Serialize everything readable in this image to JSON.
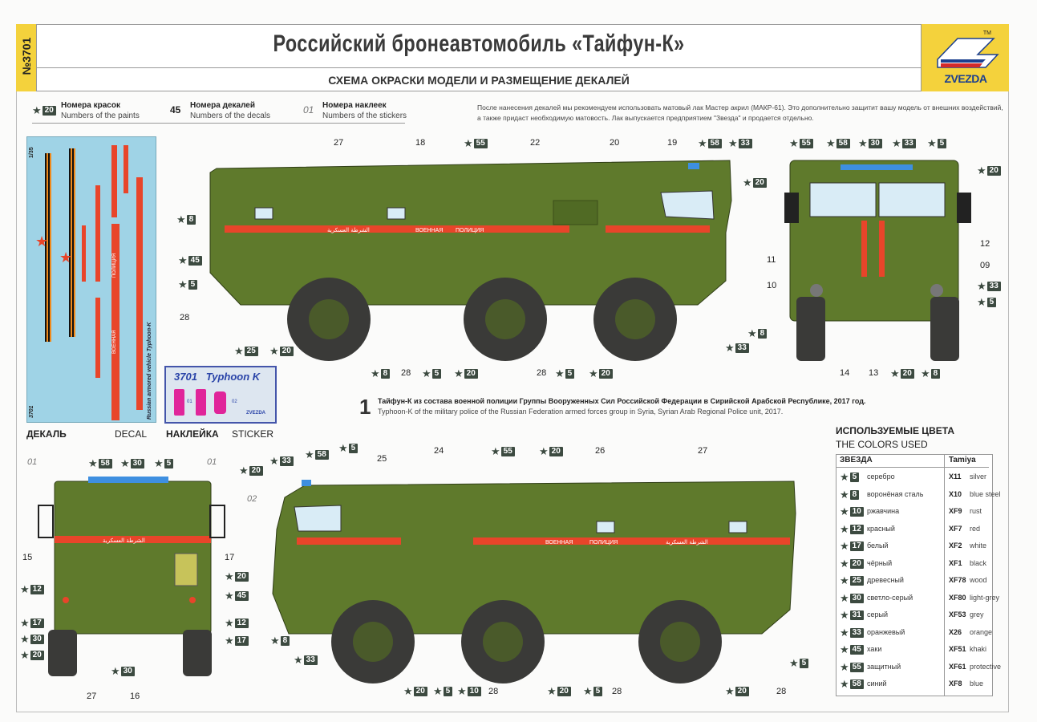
{
  "header": {
    "catalog_number": "№3701",
    "title": "Российский бронеавтомобиль «Тайфун-К»",
    "subtitle": "СХЕМА ОКРАСКИ МОДЕЛИ И РАЗМЕЩЕНИЕ ДЕКАЛЕЙ",
    "brand": "ZVEZDA",
    "tm": "TM"
  },
  "legend": [
    {
      "sample": "20",
      "ru": "Номера красок",
      "en": "Numbers of the paints"
    },
    {
      "sample": "45",
      "ru": "Номера декалей",
      "en": "Numbers of the decals"
    },
    {
      "sample": "01",
      "ru": "Номера наклеек",
      "en": "Numbers of the stickers"
    }
  ],
  "note": "После нанесения декалей мы рекомендуем использовать матовый лак Мастер акрил (МАКР-61). Это дополнительно защитит вашу модель от внешних воздействий, а также придаст необходимую матовость. Лак выпускается предприятием \"Звезда\" и продается отдельно.",
  "decal_sheet": {
    "scale": "1/35",
    "code": "3701",
    "side_text": "Russian armored vehicle Typhoon-K",
    "text1": "ВОЕННАЯ",
    "text2": "ПОЛИЦИЯ",
    "caption_ru": "ДЕКАЛЬ",
    "caption_en": "DECAL"
  },
  "sticker_sheet": {
    "title": "3701   Typhoon K",
    "labels": [
      "01",
      "02"
    ],
    "brand": "ZVEZDA",
    "caption_ru": "НАКЛЕЙКА",
    "caption_en": "STICKER"
  },
  "vehicle_text": {
    "military": "ВОЕННАЯ",
    "police": "ПОЛИЦИЯ",
    "arabic": "الشرطة العسكرية"
  },
  "scheme": {
    "number": "1",
    "ru": "Тайфун-К из состава военной полиции Группы Вооруженных Сил Российской Федерации в Сирийской Арабской Республике, 2017 год.",
    "en": "Typhoon-K of the military police of the Russian Federation armed forces group in Syria, Syrian Arab Regional Police unit, 2017."
  },
  "callouts": {
    "side_right": [
      {
        "t": "p",
        "v": "27"
      },
      {
        "t": "p",
        "v": "18"
      },
      {
        "t": "s",
        "v": "55"
      },
      {
        "t": "p",
        "v": "22"
      },
      {
        "t": "p",
        "v": "20"
      },
      {
        "t": "p",
        "v": "19"
      },
      {
        "t": "s",
        "v": "58"
      },
      {
        "t": "s",
        "v": "33"
      },
      {
        "t": "s",
        "v": "20"
      },
      {
        "t": "s",
        "v": "8"
      },
      {
        "t": "s",
        "v": "45"
      },
      {
        "t": "s",
        "v": "5"
      },
      {
        "t": "p",
        "v": "28"
      },
      {
        "t": "s",
        "v": "25"
      },
      {
        "t": "s",
        "v": "20"
      },
      {
        "t": "s",
        "v": "8"
      },
      {
        "t": "p",
        "v": "28"
      },
      {
        "t": "s",
        "v": "5"
      },
      {
        "t": "s",
        "v": "20"
      },
      {
        "t": "p",
        "v": "28"
      },
      {
        "t": "s",
        "v": "5"
      },
      {
        "t": "s",
        "v": "20"
      },
      {
        "t": "s",
        "v": "33"
      },
      {
        "t": "s",
        "v": "8"
      }
    ],
    "front": [
      {
        "t": "s",
        "v": "55"
      },
      {
        "t": "s",
        "v": "58"
      },
      {
        "t": "s",
        "v": "30"
      },
      {
        "t": "s",
        "v": "33"
      },
      {
        "t": "s",
        "v": "5"
      },
      {
        "t": "s",
        "v": "20"
      },
      {
        "t": "p",
        "v": "12"
      },
      {
        "t": "p",
        "v": "11"
      },
      {
        "t": "p",
        "v": "09"
      },
      {
        "t": "p",
        "v": "10"
      },
      {
        "t": "s",
        "v": "33"
      },
      {
        "t": "s",
        "v": "5"
      },
      {
        "t": "p",
        "v": "14"
      },
      {
        "t": "p",
        "v": "13"
      },
      {
        "t": "s",
        "v": "20"
      },
      {
        "t": "s",
        "v": "8"
      }
    ],
    "rear": [
      {
        "t": "i",
        "v": "01"
      },
      {
        "t": "s",
        "v": "58"
      },
      {
        "t": "s",
        "v": "30"
      },
      {
        "t": "s",
        "v": "5"
      },
      {
        "t": "i",
        "v": "01"
      },
      {
        "t": "p",
        "v": "15"
      },
      {
        "t": "p",
        "v": "17"
      },
      {
        "t": "s",
        "v": "20"
      },
      {
        "t": "s",
        "v": "45"
      },
      {
        "t": "s",
        "v": "12"
      },
      {
        "t": "s",
        "v": "12"
      },
      {
        "t": "s",
        "v": "17"
      },
      {
        "t": "s",
        "v": "30"
      },
      {
        "t": "s",
        "v": "17"
      },
      {
        "t": "s",
        "v": "20"
      },
      {
        "t": "s",
        "v": "30"
      },
      {
        "t": "p",
        "v": "27"
      },
      {
        "t": "p",
        "v": "16"
      }
    ],
    "side_left": [
      {
        "t": "s",
        "v": "20"
      },
      {
        "t": "s",
        "v": "33"
      },
      {
        "t": "s",
        "v": "58"
      },
      {
        "t": "s",
        "v": "5"
      },
      {
        "t": "p",
        "v": "25"
      },
      {
        "t": "p",
        "v": "24"
      },
      {
        "t": "s",
        "v": "55"
      },
      {
        "t": "s",
        "v": "20"
      },
      {
        "t": "p",
        "v": "26"
      },
      {
        "t": "p",
        "v": "27"
      },
      {
        "t": "i",
        "v": "02"
      },
      {
        "t": "s",
        "v": "8"
      },
      {
        "t": "s",
        "v": "33"
      },
      {
        "t": "s",
        "v": "20"
      },
      {
        "t": "s",
        "v": "5"
      },
      {
        "t": "s",
        "v": "10"
      },
      {
        "t": "p",
        "v": "28"
      },
      {
        "t": "s",
        "v": "20"
      },
      {
        "t": "s",
        "v": "5"
      },
      {
        "t": "p",
        "v": "28"
      },
      {
        "t": "s",
        "v": "20"
      },
      {
        "t": "s",
        "v": "5"
      },
      {
        "t": "p",
        "v": "28"
      }
    ]
  },
  "colors": {
    "title_ru": "ИСПОЛЬЗУЕМЫЕ ЦВЕТА",
    "title_en": "THE COLORS USED",
    "col1": "ЗВЕЗДА",
    "col2": "Tamiya",
    "rows": [
      {
        "n": "5",
        "ru": "серебро",
        "code": "X11",
        "en": "silver"
      },
      {
        "n": "8",
        "ru": "воронёная сталь",
        "code": "X10",
        "en": "blue steel"
      },
      {
        "n": "10",
        "ru": "ржавчина",
        "code": "XF9",
        "en": "rust"
      },
      {
        "n": "12",
        "ru": "красный",
        "code": "XF7",
        "en": "red"
      },
      {
        "n": "17",
        "ru": "белый",
        "code": "XF2",
        "en": "white"
      },
      {
        "n": "20",
        "ru": "чёрный",
        "code": "XF1",
        "en": "black"
      },
      {
        "n": "25",
        "ru": "древесный",
        "code": "XF78",
        "en": "wood"
      },
      {
        "n": "30",
        "ru": "светло-серый",
        "code": "XF80",
        "en": "light-grey"
      },
      {
        "n": "31",
        "ru": "серый",
        "code": "XF53",
        "en": "grey"
      },
      {
        "n": "33",
        "ru": "оранжевый",
        "code": "X26",
        "en": "orange"
      },
      {
        "n": "45",
        "ru": "хаки",
        "code": "XF51",
        "en": "khaki"
      },
      {
        "n": "55",
        "ru": "защитный",
        "code": "XF61",
        "en": "protective"
      },
      {
        "n": "58",
        "ru": "синий",
        "code": "XF8",
        "en": "blue"
      }
    ]
  },
  "palette": {
    "green": "#5f7a2c",
    "dark_green": "#44591f",
    "stripe": "#e8452a",
    "tire": "#3a3a38",
    "hub": "#7d8e4c",
    "glass": "#d9ecf6",
    "beacon": "#3e8fe0",
    "yellow": "#f4d23c"
  }
}
